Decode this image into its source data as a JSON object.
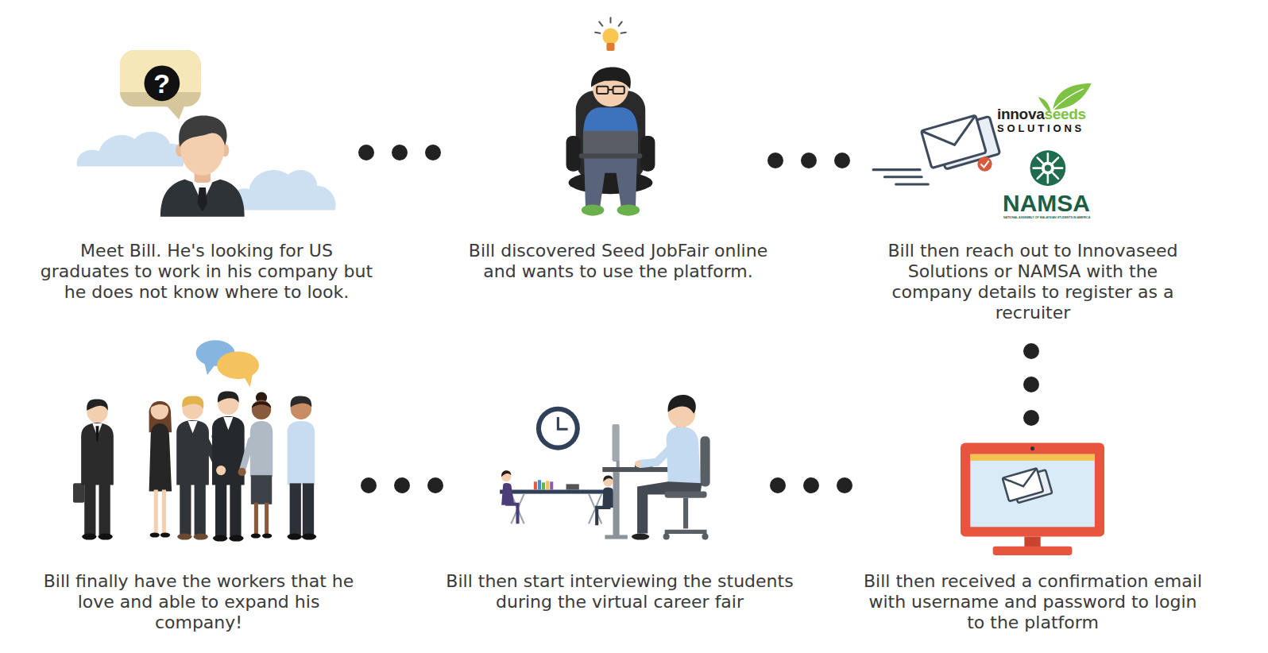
{
  "diagram": {
    "nodes": [
      {
        "text": [
          "Meet Bill. He's looking for US graduates to work in his company but he does not know where to look."
        ]
      },
      {
        "text": [
          "Bill discovered Seed JobFair online and wants to use the platform."
        ]
      },
      {
        "text": [
          "Bill then reach out to Innovaseed Solutions or NAMSA with the company details to register as a recruiter"
        ]
      },
      {
        "text": [
          "Bill then received a confirmation email with username and password to login to the platform"
        ]
      },
      {
        "text": [
          "Bill then start interviewing the students during the virtual career fair"
        ]
      },
      {
        "text": [
          "Bill finally have the workers that he love and able to expand his company!"
        ]
      }
    ],
    "edges": [
      {
        "from": 0,
        "to": 1,
        "arrow": "none"
      },
      {
        "from": 1,
        "to": 2,
        "arrow": "none"
      },
      {
        "from": 2,
        "to": 3,
        "arrow": "none"
      },
      {
        "from": 3,
        "to": 4,
        "arrow": "none"
      },
      {
        "from": 4,
        "to": 5,
        "arrow": "none"
      }
    ],
    "labels": [
      "?",
      "innova",
      "seeds",
      "SOLUTIONS",
      "NAMSA",
      "NATIONAL ASSEMBLY OF MALAYSIAN STUDENTS IN AMERICA"
    ]
  }
}
